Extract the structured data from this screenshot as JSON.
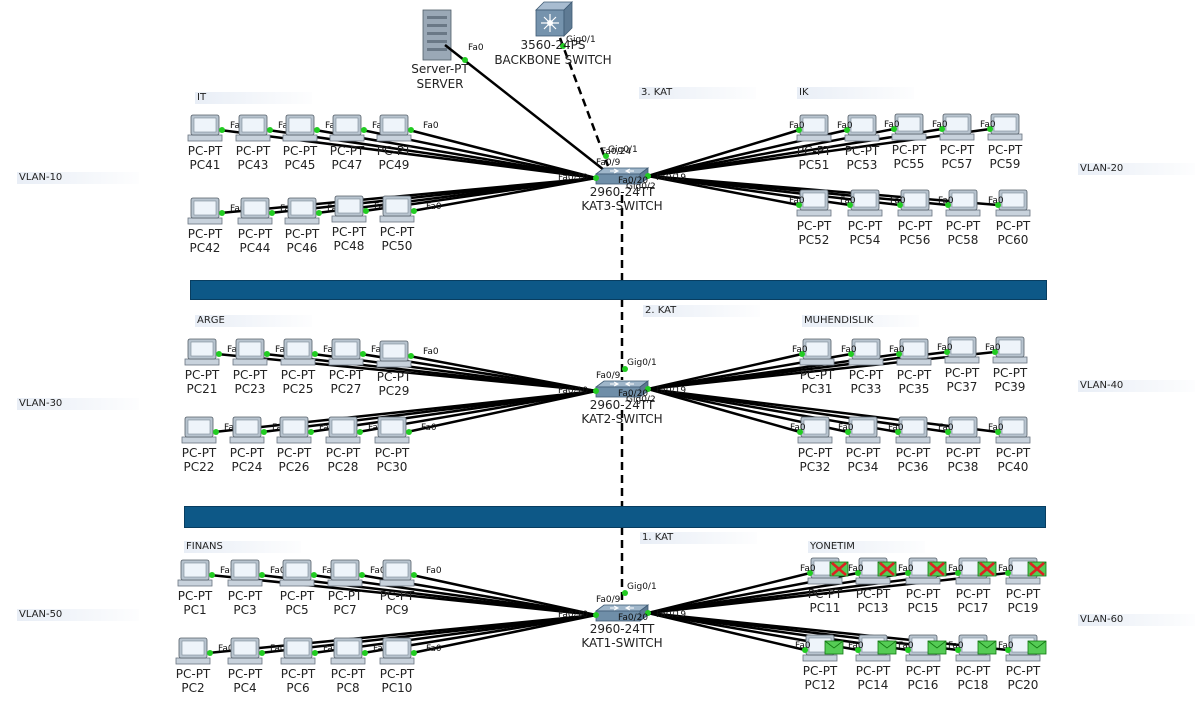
{
  "backbone": {
    "model": "3560-24PS",
    "name": "BACKBONE SWITCH",
    "port": "Gig0/1"
  },
  "server": {
    "type": "Server-PT",
    "name": "SERVER",
    "port": "Fa0"
  },
  "pc_type": "PC-PT",
  "pc_port": "Fa0",
  "colors": {
    "band": "#0d5887",
    "link_up": "#22cc22",
    "fail": "#dd2222",
    "envelope": "#55cc55"
  },
  "floors": [
    {
      "floor_label": "3. KAT",
      "switch_label": "2960-24TT",
      "switch_name": "KAT3-SWITCH",
      "ports": {
        "uplink": "Gig0/1",
        "downlink": "Gig0/2",
        "left": "Fa0/10",
        "left2": "Fa0/9",
        "right": "Fa0/19",
        "right2": "Fa0/20",
        "server": "Fa0/24"
      },
      "left_dept": "IT",
      "left_vlan": "VLAN-10",
      "right_dept": "IK",
      "right_vlan": "VLAN-20",
      "left_top": [
        "PC41",
        "PC43",
        "PC45",
        "PC47",
        "PC49"
      ],
      "left_bottom": [
        "PC42",
        "PC44",
        "PC46",
        "PC48",
        "PC50"
      ],
      "right_top": [
        "PC51",
        "PC53",
        "PC55",
        "PC57",
        "PC59"
      ],
      "right_bottom": [
        "PC52",
        "PC54",
        "PC56",
        "PC58",
        "PC60"
      ]
    },
    {
      "floor_label": "2. KAT",
      "switch_label": "2960-24TT",
      "switch_name": "KAT2-SWITCH",
      "ports": {
        "uplink": "Gig0/1",
        "downlink": "Gig0/2",
        "left": "Fa0/10",
        "left2": "Fa0/9",
        "right": "Fa0/19",
        "right2": "Fa0/20"
      },
      "left_dept": "ARGE",
      "left_vlan": "VLAN-30",
      "right_dept": "MUHENDISLIK",
      "right_vlan": "VLAN-40",
      "left_top": [
        "PC21",
        "PC23",
        "PC25",
        "PC27",
        "PC29"
      ],
      "left_bottom": [
        "PC22",
        "PC24",
        "PC26",
        "PC28",
        "PC30"
      ],
      "right_top": [
        "PC31",
        "PC33",
        "PC35",
        "PC37",
        "PC39"
      ],
      "right_bottom": [
        "PC32",
        "PC34",
        "PC36",
        "PC38",
        "PC40"
      ]
    },
    {
      "floor_label": "1. KAT",
      "switch_label": "2960-24TT",
      "switch_name": "KAT1-SWITCH",
      "ports": {
        "uplink": "Gig0/1",
        "left": "Fa0/10",
        "left2": "Fa0/9",
        "right": "Fa0/19",
        "right2": "Fa0/20"
      },
      "left_dept": "FINANS",
      "left_vlan": "VLAN-50",
      "right_dept": "YONETIM",
      "right_vlan": "VLAN-60",
      "left_top": [
        "PC1",
        "PC3",
        "PC5",
        "PC7",
        "PC9"
      ],
      "left_bottom": [
        "PC2",
        "PC4",
        "PC6",
        "PC8",
        "PC10"
      ],
      "right_top": [
        "PC11",
        "PC13",
        "PC15",
        "PC17",
        "PC19"
      ],
      "right_bottom": [
        "PC12",
        "PC14",
        "PC16",
        "PC18",
        "PC20"
      ]
    }
  ]
}
